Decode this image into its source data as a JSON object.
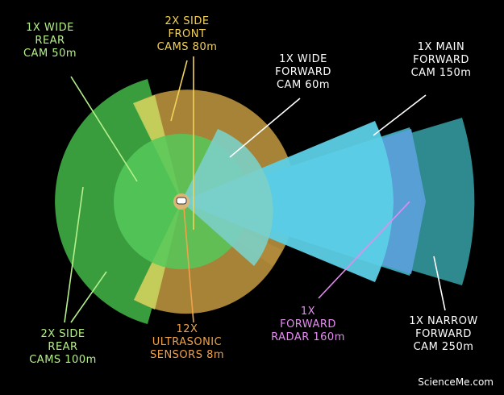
{
  "diagram": {
    "sensors": [
      {
        "id": "wide-rear",
        "lines": [
          "1X WIDE",
          "REAR",
          "CAM 50m"
        ],
        "color": "#b6f08a"
      },
      {
        "id": "side-front",
        "lines": [
          "2X SIDE",
          "FRONT",
          "CAMS 80m"
        ],
        "color": "#f2d25a"
      },
      {
        "id": "wide-forward",
        "lines": [
          "1X WIDE",
          "FORWARD",
          "CAM 60m"
        ],
        "color": "#ffffff"
      },
      {
        "id": "main-forward",
        "lines": [
          "1X MAIN",
          "FORWARD",
          "CAM 150m"
        ],
        "color": "#ffffff"
      },
      {
        "id": "side-rear",
        "lines": [
          "2X SIDE",
          "REAR",
          "CAMS 100m"
        ],
        "color": "#b6f08a"
      },
      {
        "id": "ultrasonic",
        "lines": [
          "12X",
          "ULTRASONIC",
          "SENSORS 8m"
        ],
        "color": "#f0a24a"
      },
      {
        "id": "radar",
        "lines": [
          "1X",
          "FORWARD",
          "RADAR 160m"
        ],
        "color": "#e48cf0"
      },
      {
        "id": "narrow-forward",
        "lines": [
          "1X NARROW",
          "FORWARD",
          "CAM 250m"
        ],
        "color": "#ffffff"
      }
    ],
    "zone_colors": {
      "side_rear": "#3fae45",
      "side_front": "#b08a3a",
      "rear_wedge": "#c9d860",
      "narrow": "#2f8a90",
      "main": "#3ba3b2",
      "radar": "#5a9fd8",
      "wide_forward": "#7ccfc6",
      "ultrasonic": "#e9b478"
    }
  },
  "credit": "ScienceMe.com"
}
